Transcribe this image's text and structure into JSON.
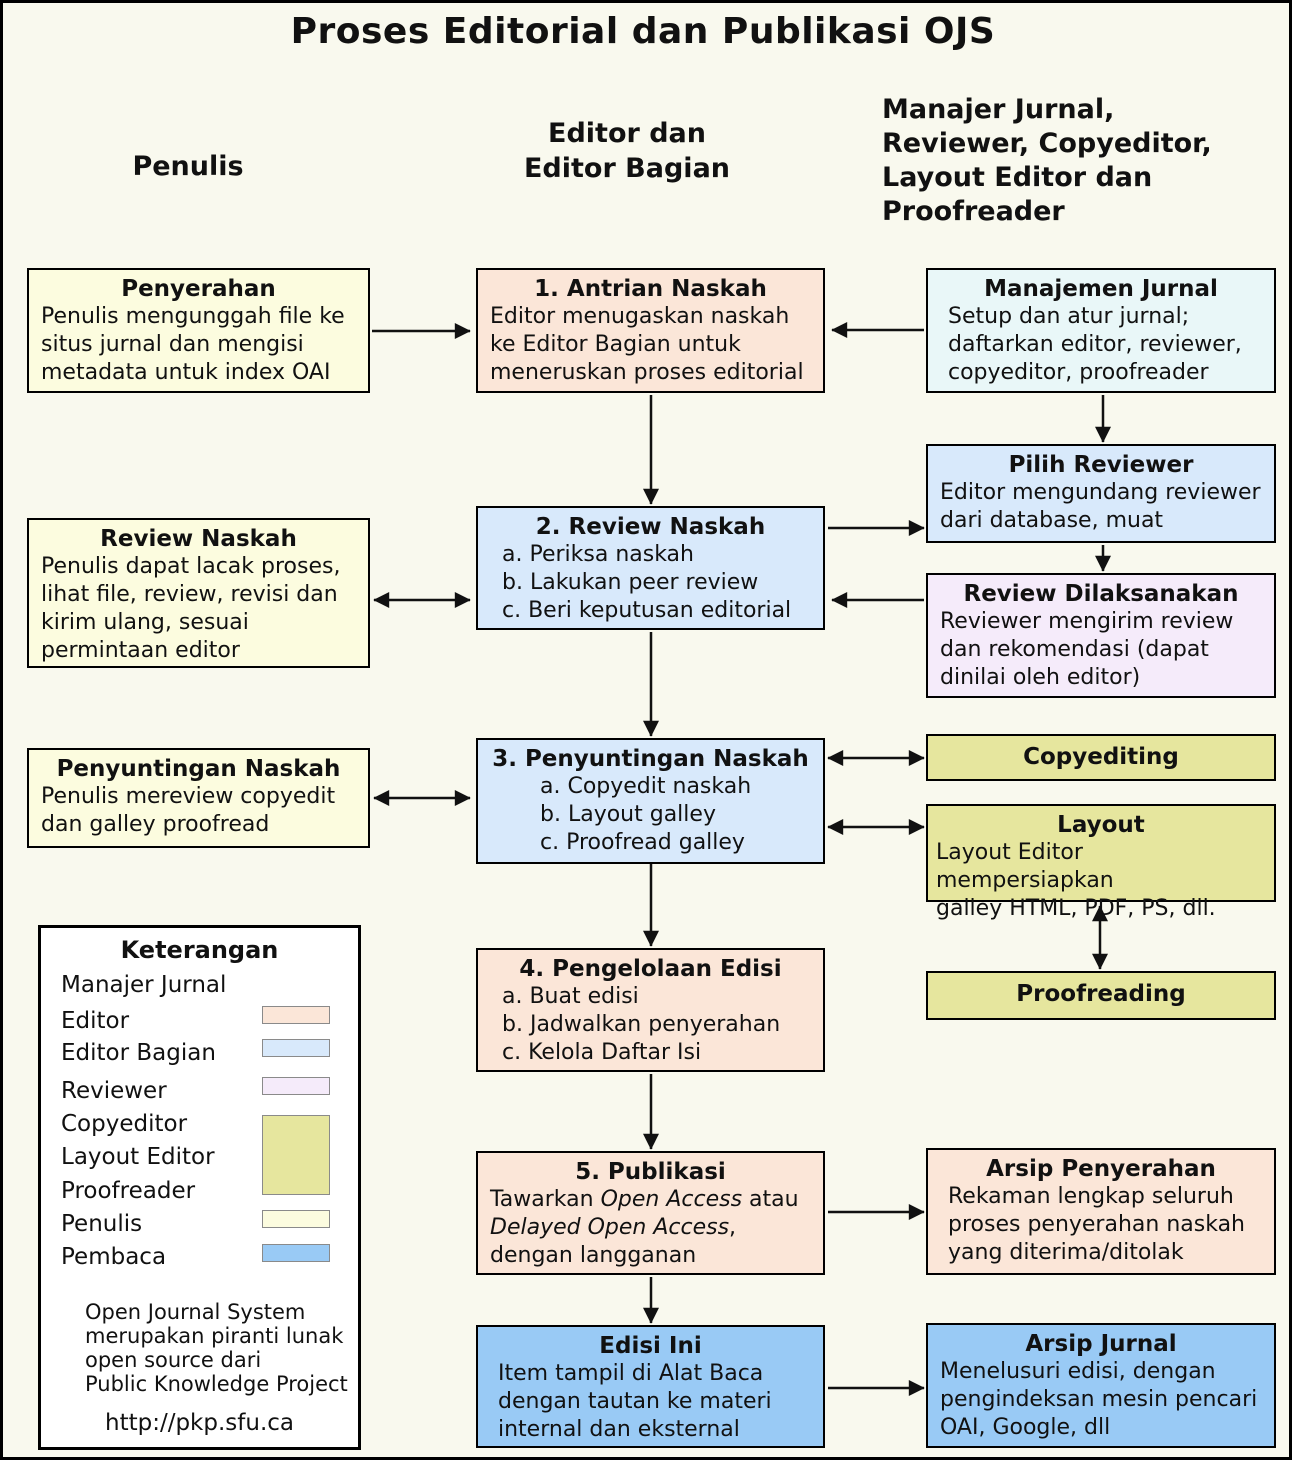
{
  "title": "Proses Editorial dan Publikasi OJS",
  "column_headers": {
    "left": "Penulis",
    "center": "Editor dan\nEditor Bagian",
    "right": "Manajer Jurnal,\nReviewer, Copyeditor,\nLayout Editor dan\nProofreader"
  },
  "boxes": {
    "penyerahan": {
      "title": "Penyerahan",
      "body": "Penulis mengunggah file ke\nsitus jurnal dan mengisi\nmetadata untuk index OAI"
    },
    "antrian_naskah": {
      "title": "1. Antrian Naskah",
      "body": "Editor menugaskan naskah\nke Editor Bagian untuk\nmeneruskan proses editorial"
    },
    "manajemen_jurnal": {
      "title": "Manajemen Jurnal",
      "body": "Setup dan atur jurnal;\ndaftarkan editor, reviewer,\ncopyeditor, proofreader"
    },
    "pilih_reviewer": {
      "title": "Pilih Reviewer",
      "body": "Editor mengundang reviewer\ndari database, muat"
    },
    "review_naskah_penulis": {
      "title": "Review Naskah",
      "body": "Penulis dapat lacak proses,\nlihat file, review, revisi dan\nkirim ulang, sesuai\npermintaan editor"
    },
    "review_naskah_editor": {
      "title": "2. Review Naskah",
      "items": [
        "a. Periksa naskah",
        "b. Lakukan peer review",
        "c. Beri keputusan editorial"
      ]
    },
    "review_dilaksanakan": {
      "title": "Review Dilaksanakan",
      "body": "Reviewer mengirim review\ndan rekomendasi (dapat\ndinilai oleh editor)"
    },
    "penyuntingan_naskah_penulis": {
      "title": "Penyuntingan Naskah",
      "body": "Penulis mereview copyedit\ndan galley proofread"
    },
    "penyuntingan_naskah_editor": {
      "title": "3. Penyuntingan Naskah",
      "items": [
        "a. Copyedit naskah",
        "b. Layout galley",
        "c. Proofread galley"
      ]
    },
    "copyediting": {
      "title": "Copyediting"
    },
    "layout": {
      "title": "Layout",
      "body": "Layout Editor mempersiapkan\ngalley HTML, PDF, PS, dll."
    },
    "proofreading": {
      "title": "Proofreading"
    },
    "pengelolaan_edisi": {
      "title": "4. Pengelolaan Edisi",
      "items": [
        "a. Buat edisi",
        "b. Jadwalkan penyerahan",
        "c. Kelola Daftar Isi"
      ]
    },
    "publikasi": {
      "title": "5. Publikasi",
      "body_parts": [
        {
          "t": "Tawarkan "
        },
        {
          "t": "Open Access",
          "i": true
        },
        {
          "t": " atau\n"
        },
        {
          "t": "Delayed Open Access",
          "i": true
        },
        {
          "t": ",\ndengan langganan"
        }
      ]
    },
    "edisi_ini": {
      "title": "Edisi Ini",
      "body": "Item tampil di Alat Baca\ndengan tautan ke materi\ninternal dan eksternal"
    },
    "arsip_penyerahan": {
      "title": "Arsip Penyerahan",
      "body": "Rekaman lengkap seluruh\nproses penyerahan naskah\nyang diterima/ditolak"
    },
    "arsip_jurnal": {
      "title": "Arsip Jurnal",
      "body": "Menelusuri edisi, dengan\npengindeksan mesin pencari\nOAI, Google, dll"
    }
  },
  "legend": {
    "title": "Keterangan",
    "items": [
      {
        "label": "Manajer Jurnal"
      },
      {
        "label": "Editor"
      },
      {
        "label": "Editor Bagian"
      },
      {
        "label": "Reviewer"
      },
      {
        "label": "Copyeditor"
      },
      {
        "label": "Layout Editor"
      },
      {
        "label": "Proofreader"
      },
      {
        "label": "Penulis"
      },
      {
        "label": "Pembaca"
      }
    ],
    "note": "Open Journal System\nmerupakan piranti lunak\nopen source dari\nPublic Knowledge Project",
    "url": "http://pkp.sfu.ca"
  },
  "colors": {
    "background": "#F9F9EE",
    "editor": "#FBE6D8",
    "editor_bagian": "#D8E9FB",
    "manajer_jurnal": "#E9F7F8",
    "reviewer": "#F5EBFA",
    "copyeditor_layout_proofreader": "#E6E69E",
    "penulis": "#FCFCDF",
    "pembaca": "#99CAF5"
  }
}
